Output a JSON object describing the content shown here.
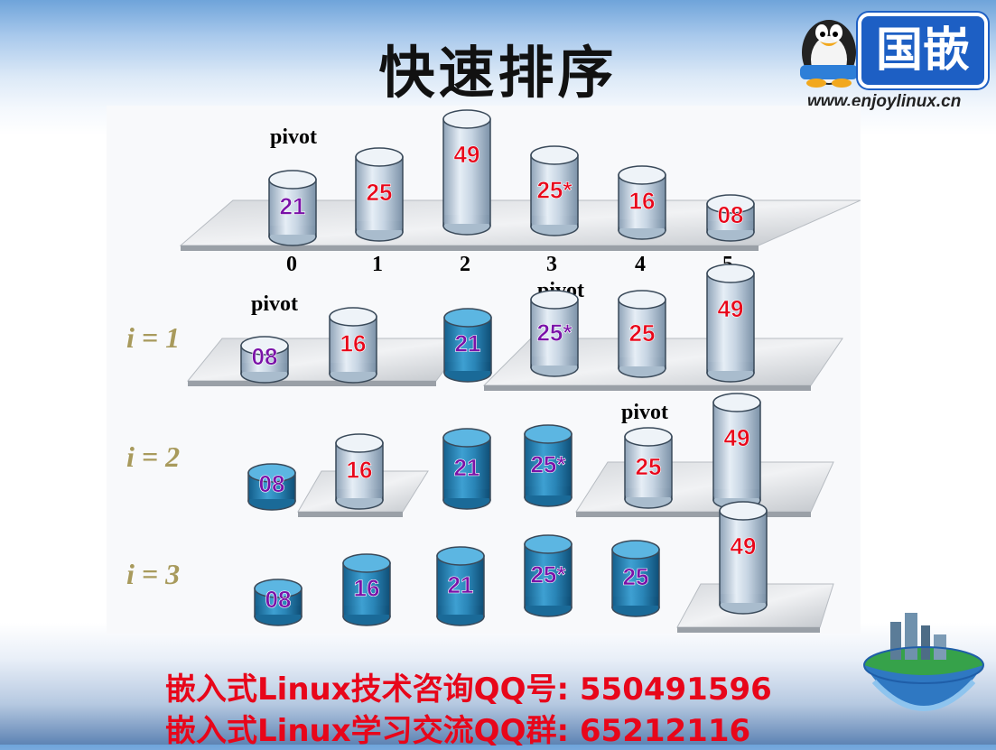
{
  "title": "快速排序",
  "logo": {
    "brand": "国嵌",
    "url": "www.enjoylinux.cn"
  },
  "index_labels": [
    "0",
    "1",
    "2",
    "3",
    "4",
    "5"
  ],
  "pivot_label": "pivot",
  "rows": [
    {
      "label": "",
      "values": [
        "21",
        "25",
        "49",
        "25*",
        "16",
        "08"
      ]
    },
    {
      "label": "i = 1",
      "values": [
        "08",
        "16",
        "21",
        "25*",
        "25",
        "49"
      ]
    },
    {
      "label": "i = 2",
      "values": [
        "08",
        "16",
        "21",
        "25*",
        "25",
        "49"
      ]
    },
    {
      "label": "i = 3",
      "values": [
        "08",
        "16",
        "21",
        "25*",
        "25",
        "49"
      ]
    }
  ],
  "colors": {
    "text_red": "#e8061a",
    "text_purple": "#7a12a8",
    "cyl_light": "#c9d7e6",
    "cyl_dark": "#2a86b8"
  },
  "footer": {
    "line1": "嵌入式Linux技术咨询QQ号: 550491596",
    "line2": "嵌入式Linux学习交流QQ群:  65212116"
  }
}
